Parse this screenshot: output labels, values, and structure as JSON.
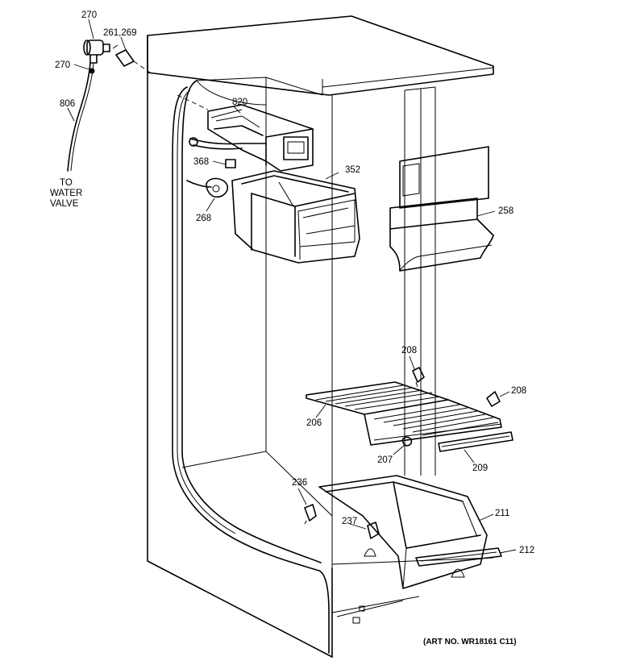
{
  "labels": {
    "p270a": "270",
    "p261_269": "261,269",
    "p270b": "270",
    "p806": "806",
    "water1": "TO",
    "water2": "WATER",
    "water3": "VALVE",
    "p820": "820",
    "p352": "352",
    "p368": "368",
    "p268": "268",
    "p258": "258",
    "p208a": "208",
    "p208b": "208",
    "p206": "206",
    "p207": "207",
    "p209": "209",
    "p236": "236",
    "p237": "237",
    "p211": "211",
    "p212": "212"
  },
  "art_no": "(ART NO. WR18161 C11)"
}
